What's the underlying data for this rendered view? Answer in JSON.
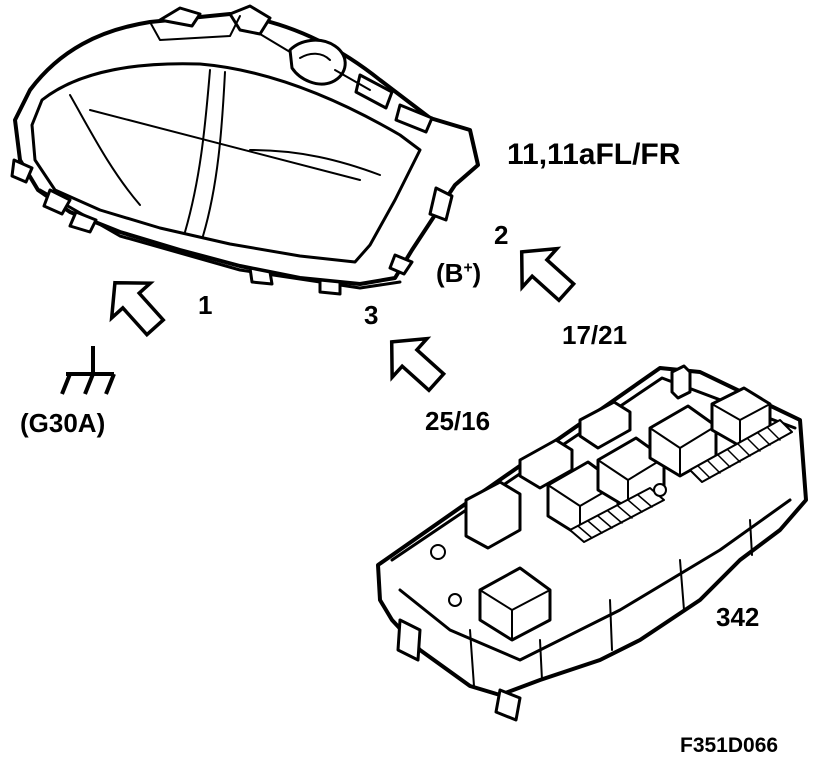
{
  "labels": {
    "headlamp": "11,11aFL/FR",
    "connector_1": "1",
    "connector_2": "2",
    "power_base": "(B",
    "power_sup": "+",
    "power_close": ")",
    "connector_3": "3",
    "pins_17_21": "17/21",
    "pins_25_16": "25/16",
    "ground": "(G30A)",
    "fuse_box": "342",
    "figure_code": "F351D066"
  }
}
